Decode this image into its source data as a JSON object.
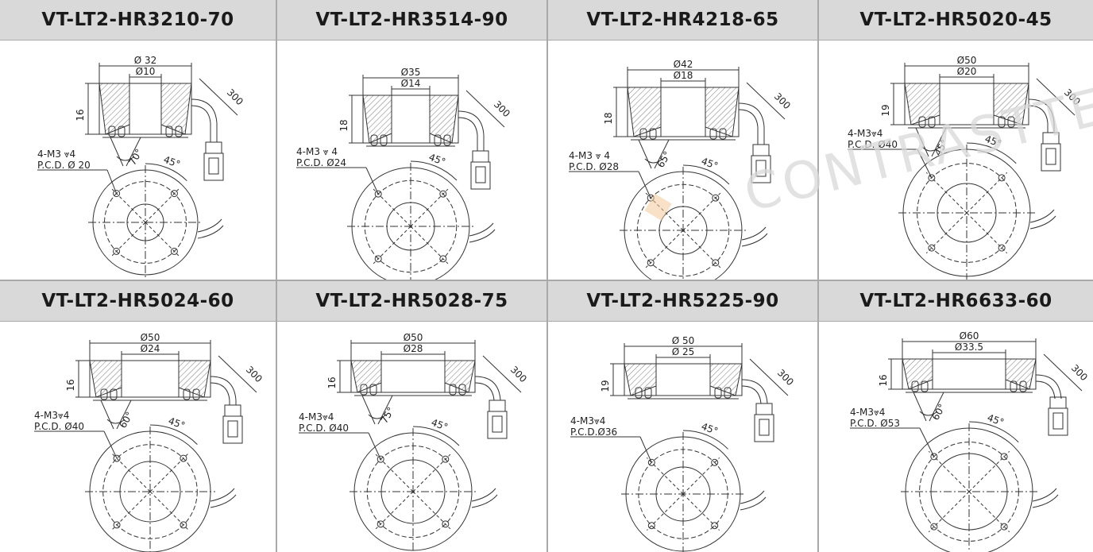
{
  "watermark": "CONTRASTTECH",
  "models": [
    {
      "title": "VT-LT2-HR3210-70",
      "outer": "Ø 32",
      "inner": "Ø10",
      "height": "16",
      "cable": "300",
      "angle": "70°",
      "thread": "4-M3 ⩔4",
      "pcd": "P.C.D. Ø 20",
      "rot": "45°"
    },
    {
      "title": "VT-LT2-HR3514-90",
      "outer": "Ø35",
      "inner": "Ø14",
      "height": "18",
      "cable": "300",
      "angle": "",
      "thread": "4-M3 ⩔ 4",
      "pcd": "P.C.D. Ø24",
      "rot": "45°"
    },
    {
      "title": "VT-LT2-HR4218-65",
      "outer": "Ø42",
      "inner": "Ø18",
      "height": "18",
      "cable": "300",
      "angle": "65°",
      "thread": "4-M3 ⩔ 4",
      "pcd": "P.C.D. Ø28",
      "rot": "45°"
    },
    {
      "title": "VT-LT2-HR5020-45",
      "outer": "Ø50",
      "inner": "Ø20",
      "height": "19",
      "cable": "300",
      "angle": "45°",
      "thread": "4-M3⩔4",
      "pcd": "P.C.D. Ø40",
      "rot": "45°"
    },
    {
      "title": "VT-LT2-HR5024-60",
      "outer": "Ø50",
      "inner": "Ø24",
      "height": "16",
      "cable": "300",
      "angle": "60°",
      "thread": "4-M3⩔4",
      "pcd": "P.C.D. Ø40",
      "rot": "45°"
    },
    {
      "title": "VT-LT2-HR5028-75",
      "outer": "Ø50",
      "inner": "Ø28",
      "height": "16",
      "cable": "300",
      "angle": "75°",
      "thread": "4-M3⩔4",
      "pcd": "P.C.D. Ø40",
      "rot": "45°"
    },
    {
      "title": "VT-LT2-HR5225-90",
      "outer": "Ø 50",
      "inner": "Ø 25",
      "height": "19",
      "cable": "300",
      "angle": "",
      "thread": "4-M3⩔4",
      "pcd": "P.C.D.Ø36",
      "rot": "45°"
    },
    {
      "title": "VT-LT2-HR6633-60",
      "outer": "Ø60",
      "inner": "Ø33.5",
      "height": "16",
      "cable": "300",
      "angle": "60°",
      "thread": "4-M3⩔4",
      "pcd": "P.C.D. Ø53",
      "rot": "45°"
    }
  ]
}
